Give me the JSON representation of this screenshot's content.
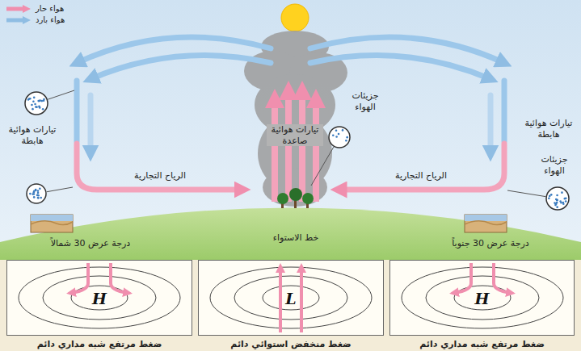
{
  "diagram": {
    "nodes": [
      {
        "text": [
          "H",
          "ضغط مرتفع شبه مداري دائم"
        ]
      },
      {
        "text": [
          "L",
          "ضغط منخفض استوائي دائم"
        ]
      },
      {
        "text": [
          "H",
          "ضغط مرتفع شبه مداري دائم"
        ]
      }
    ],
    "labels": [
      "تيارات هوائية هابطة",
      "تيارات هوائية صاعدة",
      "جزيئات الهواء",
      "تيارات هوائية هابطة",
      "جزيئات الهواء",
      "الرياح التجارية",
      "الرياح التجارية",
      "درجة عرض 30 شمالاً",
      "خط الاستواء",
      "درجة عرض 30 جنوباً"
    ],
    "legend": [
      {
        "text": "هواء حار"
      },
      {
        "text": "هواء بارد"
      }
    ]
  }
}
